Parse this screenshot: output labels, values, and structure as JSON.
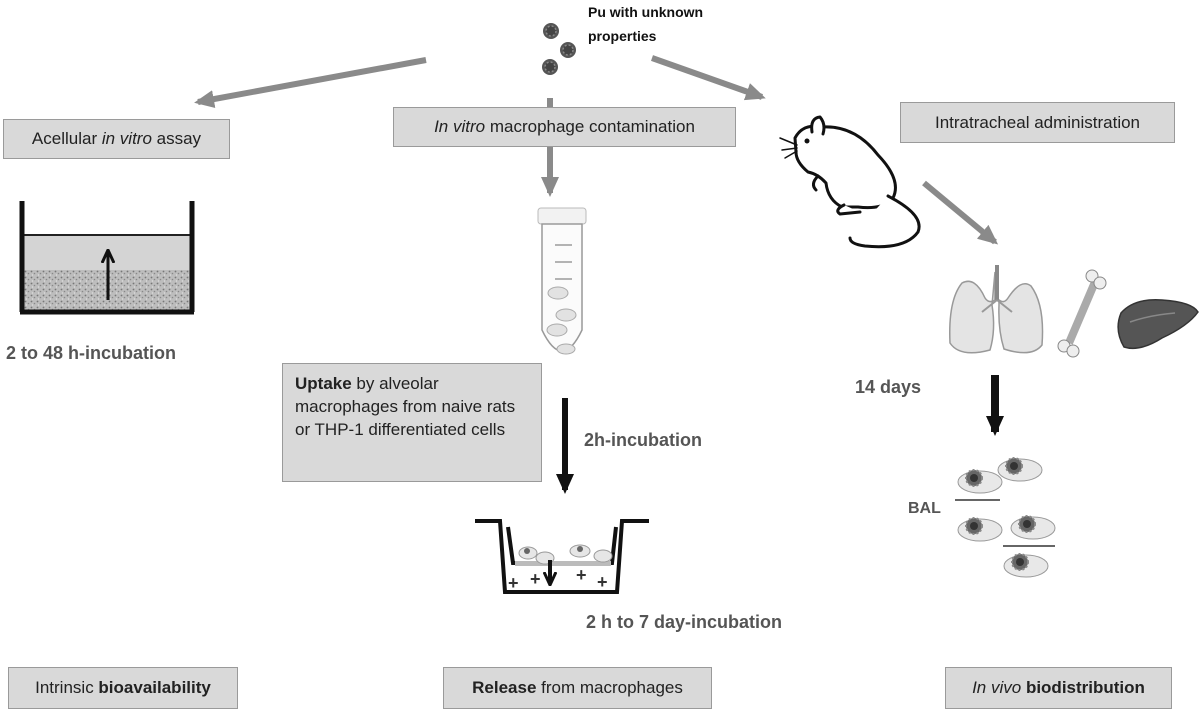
{
  "top_label": {
    "line1": "Pu with unknown",
    "line2": "properties"
  },
  "boxes": {
    "acellular": {
      "pre": "Acellular ",
      "italic": "in vitro",
      "post": " assay"
    },
    "contamination": {
      "italic": "In vitro",
      "post": " macrophage contamination"
    },
    "intratracheal": {
      "text": "Intratracheal administration"
    },
    "uptake": {
      "bold": "Uptake",
      "post": " by alveolar macrophages from naive rats or THP-1 differentiated cells"
    },
    "intrinsic": {
      "pre": "Intrinsic ",
      "bold": "bioavailability"
    },
    "release": {
      "bold": "Release",
      "post": " from macrophages"
    },
    "biodistribution": {
      "italic": "In vivo",
      "bold": " biodistribution"
    }
  },
  "labels": {
    "incubation_48h": "2 to 48 h-incubation",
    "incubation_2h": "2h-incubation",
    "incubation_7day": "2 h to 7 day-incubation",
    "days14": "14 days",
    "bal": "BAL"
  },
  "colors": {
    "box_fill": "#d9d9d9",
    "box_border": "#9a9a9a",
    "arrow_gray": "#8a8a8a",
    "arrow_black": "#111111"
  }
}
